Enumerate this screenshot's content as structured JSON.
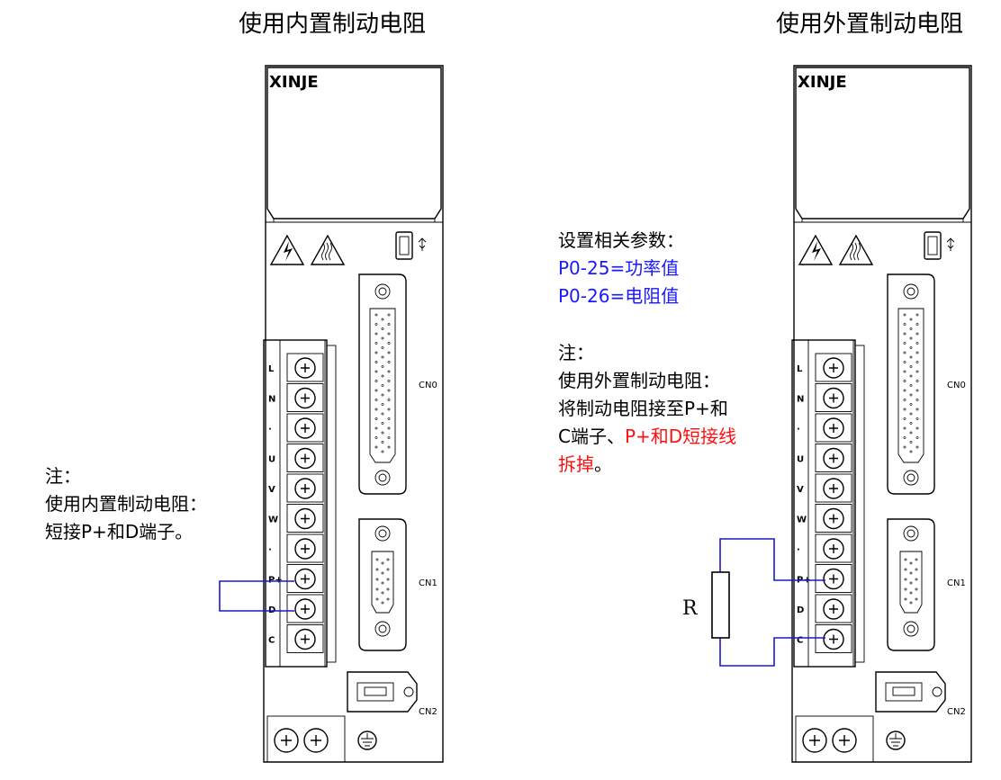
{
  "left": {
    "title": "使用内置制动电阻",
    "note": {
      "heading": "注：",
      "line1": "使用内置制动电阻：",
      "line2": "短接P+和D端子。"
    }
  },
  "right": {
    "title": "使用外置制动电阻",
    "params": {
      "heading": "设置相关参数：",
      "p025": "P0-25=功率值",
      "p026": "P0-26=电阻值"
    },
    "note": {
      "heading": "注：",
      "line1": "使用外置制动电阻：",
      "line2": "将制动电阻接至P+和",
      "line3_black": "C端子、",
      "line3_red": "P+和D短接线",
      "line4_red": "拆掉",
      "line4_end": "。"
    },
    "resistor_label": "R"
  },
  "device": {
    "brand": "XINJE",
    "terminals": [
      "L",
      "N",
      "·",
      "U",
      "V",
      "W",
      "·",
      "P+",
      "D",
      "C"
    ],
    "ports": [
      "CN0",
      "CN1",
      "CN2"
    ]
  },
  "colors": {
    "wire": "#1a1acc",
    "note_blue": "#1a1aff",
    "note_red": "#ff1010"
  }
}
